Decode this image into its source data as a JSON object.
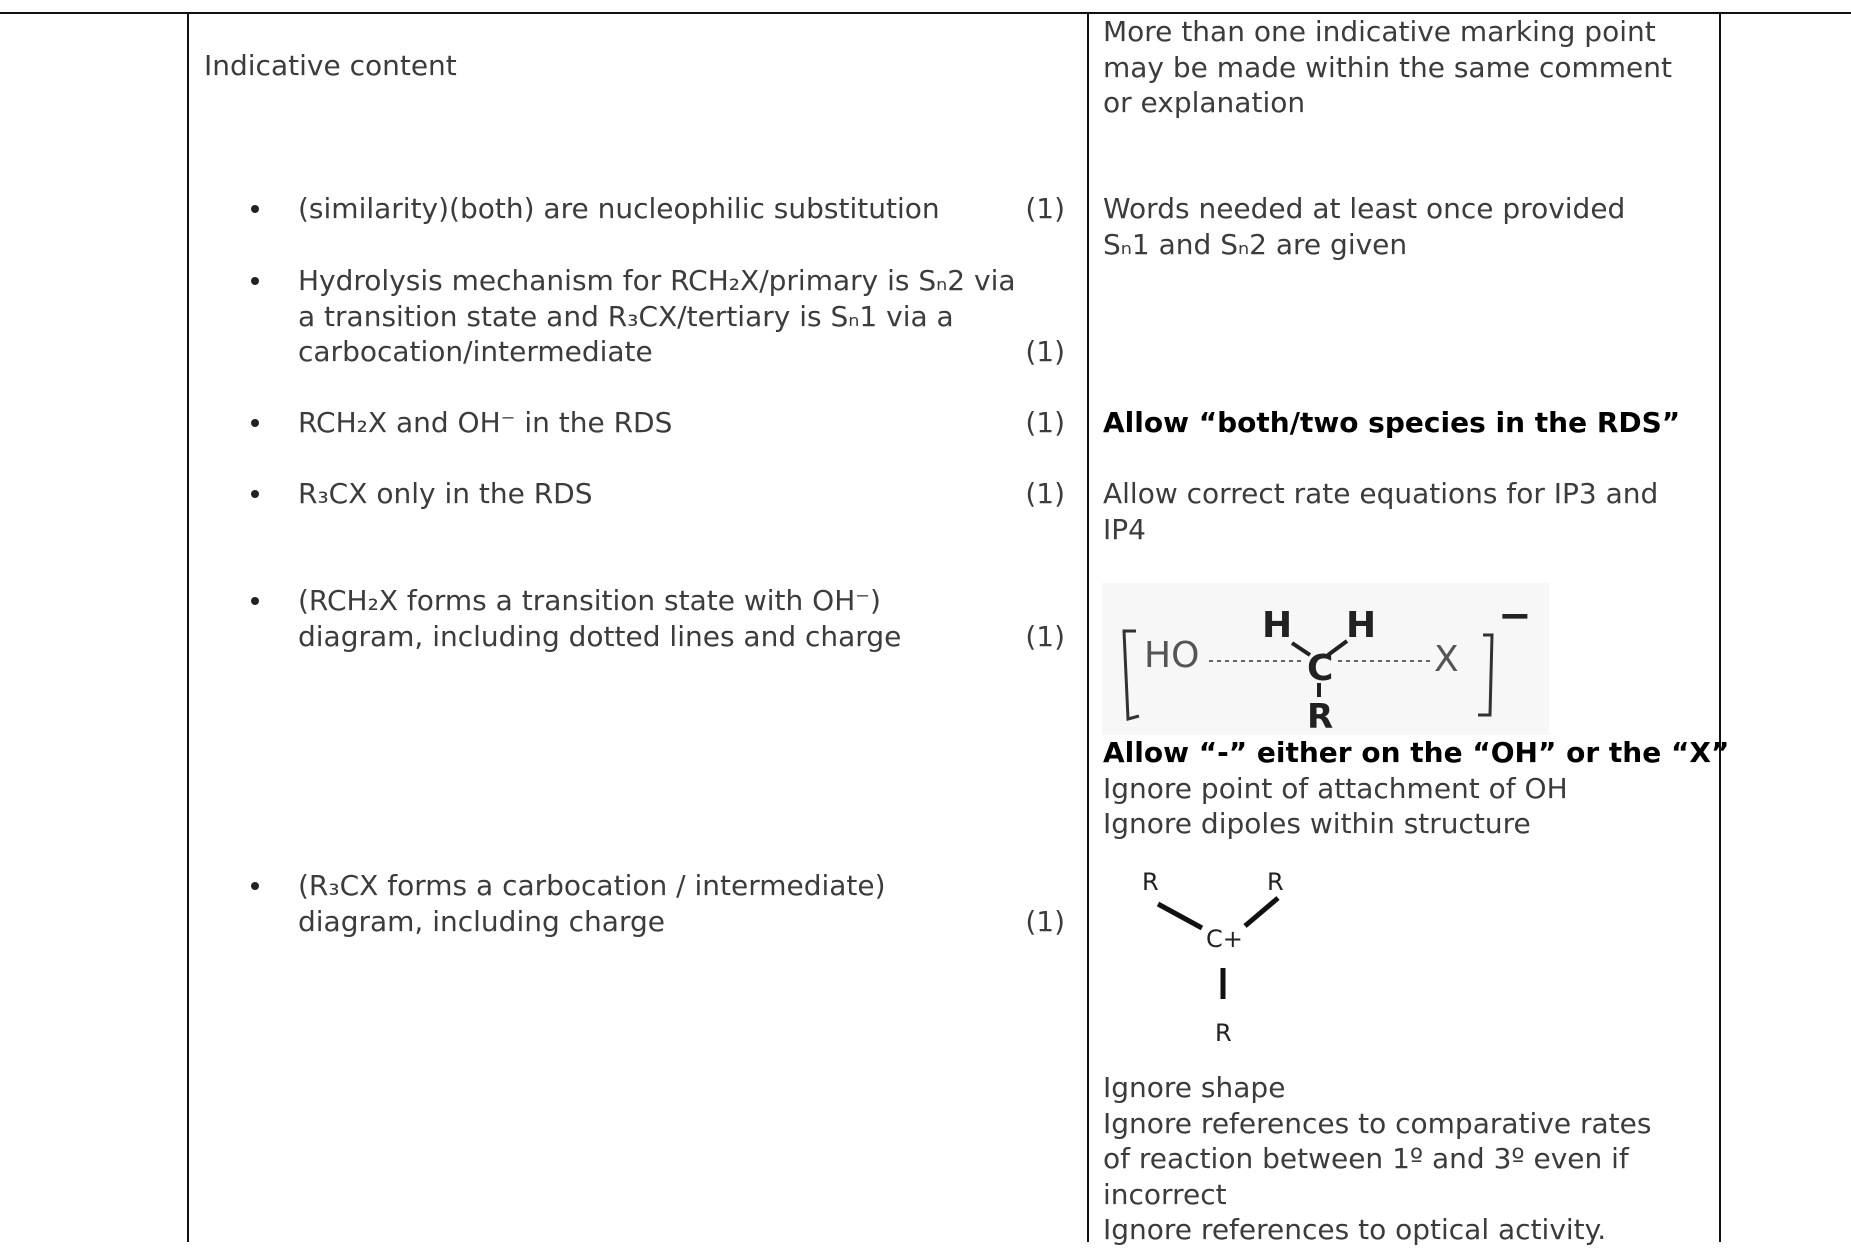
{
  "header": {
    "title": "Indicative content",
    "guidance_lines": [
      "More than one indicative marking point",
      "may be made within the same comment",
      "or explanation"
    ]
  },
  "points": [
    {
      "lines": [
        "(similarity)(both) are nucleophilic substitution"
      ],
      "mark": "(1)",
      "guidance": [
        "Words needed at least once provided",
        "Sₙ1 and Sₙ2 are given"
      ]
    },
    {
      "lines": [
        "Hydrolysis mechanism for RCH₂X/primary is Sₙ2 via",
        "a transition state and R₃CX/tertiary is Sₙ1 via a",
        "carbocation/intermediate"
      ],
      "mark": "(1)"
    },
    {
      "lines": [
        "RCH₂X and OH⁻ in the RDS"
      ],
      "mark": "(1)",
      "guidance_bold": [
        "Allow “both/two species in the RDS”"
      ]
    },
    {
      "lines": [
        "R₃CX only in the RDS"
      ],
      "mark": "(1)",
      "guidance": [
        "Allow correct rate equations for IP3 and",
        "IP4"
      ]
    },
    {
      "lines": [
        "(RCH₂X forms a transition state with OH⁻)",
        "diagram, including dotted lines and charge"
      ],
      "mark": "(1)",
      "guidance_bold": [
        "Allow “-” either on the “OH” or  the “X”"
      ],
      "guidance": [
        "Ignore point of attachment of OH",
        "Ignore dipoles within structure"
      ]
    },
    {
      "lines": [
        "(R₃CX forms a carbocation / intermediate)",
        "diagram, including charge"
      ],
      "mark": "(1)",
      "guidance": [
        "Ignore shape",
        "Ignore references to comparative rates",
        "of reaction between 1º and 3º even if",
        "incorrect",
        "Ignore references to optical activity."
      ]
    }
  ],
  "transition_state_diagram": {
    "labels": [
      "HO",
      "H",
      "H",
      "C",
      "X",
      "R",
      "−"
    ]
  },
  "carbocation_diagram": {
    "labels": [
      "R",
      "R",
      "C+",
      "R"
    ]
  }
}
